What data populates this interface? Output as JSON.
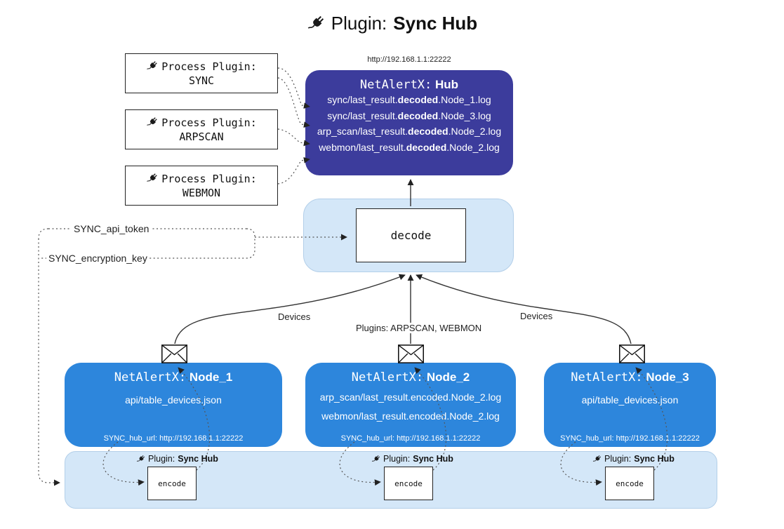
{
  "title": {
    "prefix": "Plugin:",
    "name": "Sync Hub"
  },
  "process_plugins": [
    {
      "label": "Process Plugin:",
      "name": "SYNC"
    },
    {
      "label": "Process Plugin:",
      "name": "ARPSCAN"
    },
    {
      "label": "Process Plugin:",
      "name": "WEBMON"
    }
  ],
  "hub": {
    "url": "http://192.168.1.1:22222",
    "title_prefix": "NetAlertX:",
    "title_name": "Hub",
    "log_lines": [
      {
        "pre": "sync/last_result.",
        "bold": "decoded",
        "post": ".Node_1.log"
      },
      {
        "pre": "sync/last_result.",
        "bold": "decoded",
        "post": ".Node_3.log"
      },
      {
        "pre": "arp_scan/last_result.",
        "bold": "decoded",
        "post": ".Node_2.log"
      },
      {
        "pre": "webmon/last_result.",
        "bold": "decoded",
        "post": ".Node_2.log"
      }
    ]
  },
  "decode_label": "decode",
  "tokens": {
    "api_token": "SYNC_api_token",
    "encryption_key": "SYNC_encryption_key"
  },
  "edge_labels": {
    "left": "Devices",
    "center": "Plugins: ARPSCAN, WEBMON",
    "right": "Devices"
  },
  "nodes": [
    {
      "title_prefix": "NetAlertX:",
      "title_name": "Node_1",
      "files": [
        "api/table_devices.json"
      ],
      "hub_url": "SYNC_hub_url: http://192.168.1.1:22222"
    },
    {
      "title_prefix": "NetAlertX:",
      "title_name": "Node_2",
      "files": [
        "arp_scan/last_result.encoded.Node_2.log",
        "webmon/last_result.encoded.Node_2.log"
      ],
      "hub_url": "SYNC_hub_url: http://192.168.1.1:22222"
    },
    {
      "title_prefix": "NetAlertX:",
      "title_name": "Node_3",
      "files": [
        "api/table_devices.json"
      ],
      "hub_url": "SYNC_hub_url: http://192.168.1.1:22222"
    }
  ],
  "encoders": [
    {
      "plugin_prefix": "Plugin:",
      "plugin_name": "Sync Hub",
      "label": "encode"
    },
    {
      "plugin_prefix": "Plugin:",
      "plugin_name": "Sync Hub",
      "label": "encode"
    },
    {
      "plugin_prefix": "Plugin:",
      "plugin_name": "Sync Hub",
      "label": "encode"
    }
  ],
  "colors": {
    "hub_bg": "#3c3c9c",
    "node_bg": "#2d86dc",
    "panel_bg": "#d4e7f8",
    "panel_border": "#b3cfe9",
    "line": "#333333"
  }
}
